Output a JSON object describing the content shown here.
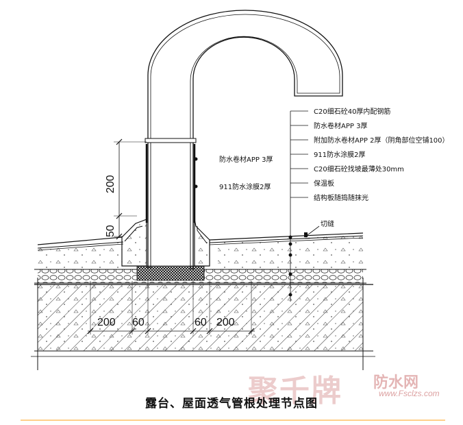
{
  "labels": {
    "right": [
      "C20细石砼40厚内配钢筋",
      "防水卷材APP 3厚",
      "附加防水卷材APP 2厚（阴角部位空铺100）",
      "911防水涂膜2厚",
      "C20细石砼找坡最薄处30mm",
      "保温板",
      "结构板随捣随抹光"
    ],
    "pipe_membrane": "防水卷材APP 3厚",
    "pipe_coating": "911防水涂膜2厚",
    "cut_joint": "切缝"
  },
  "dimensions": {
    "v200": "200",
    "v50": "50",
    "h_left_200": "200",
    "h_left_60": "60",
    "h_right_60": "60",
    "h_right_200": "200"
  },
  "title": "露台、屋面透气管根处理节点图",
  "watermark": {
    "brand": "聚千牌",
    "site": "防水网",
    "url": "www.Fsclzs.com"
  }
}
